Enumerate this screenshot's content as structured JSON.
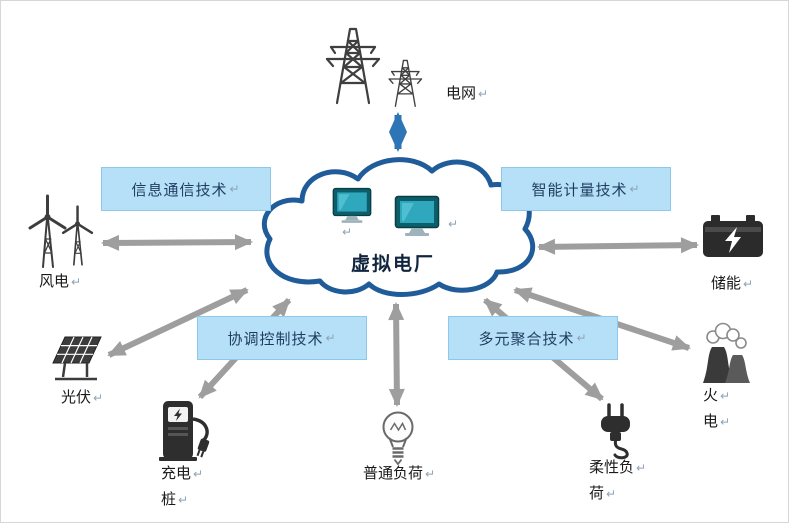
{
  "colors": {
    "cloud_stroke": "#1F5C99",
    "tech_box_fill": "#B5E0F8",
    "arrow_gray": "#9e9e9e",
    "arrow_blue": "#2E75B6",
    "monitor_teal": "#2fa8bd"
  },
  "diagram": {
    "center_label": "虚拟电厂",
    "grid_label": "电网",
    "pilcrow": "↵",
    "tech_boxes": {
      "info_comm": "信息通信技术",
      "smart_metering": "智能计量技术",
      "coordinated_control": "协调控制技术",
      "multi_aggregation": "多元聚合技术"
    },
    "nodes": {
      "wind": "风电",
      "storage": "储能",
      "pv": "光伏",
      "charging_line1": "充电",
      "charging_line2": "桩",
      "ordinary_load": "普通负荷",
      "flexible_line1": "柔性负",
      "flexible_line2": "荷",
      "thermal_line1": "火",
      "thermal_line2": "电"
    }
  }
}
